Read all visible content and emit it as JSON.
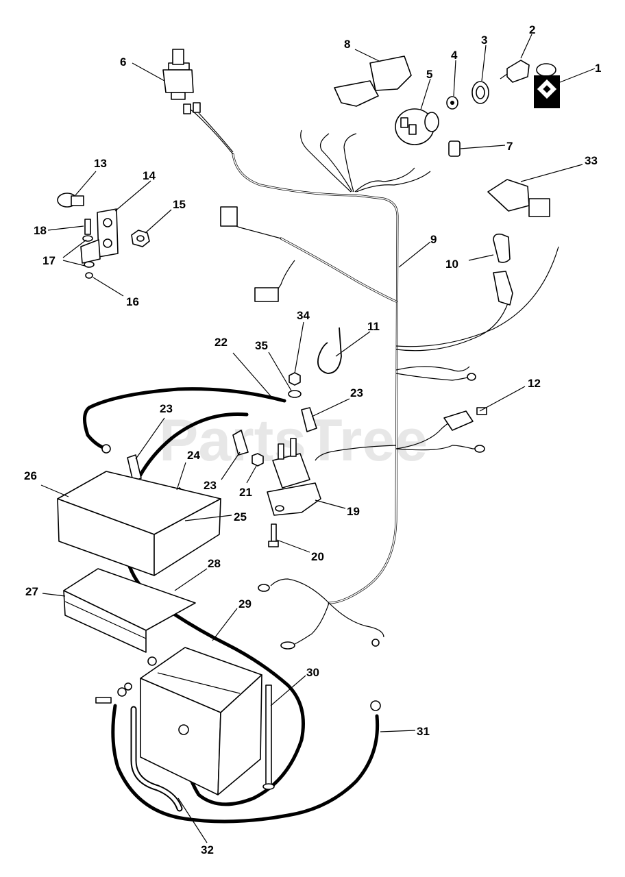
{
  "watermark": "PartsTree",
  "callouts": [
    {
      "id": "c1",
      "text": "1"
    },
    {
      "id": "c2",
      "text": "2"
    },
    {
      "id": "c3",
      "text": "3"
    },
    {
      "id": "c4",
      "text": "4"
    },
    {
      "id": "c5",
      "text": "5"
    },
    {
      "id": "c6",
      "text": "6"
    },
    {
      "id": "c7",
      "text": "7"
    },
    {
      "id": "c8",
      "text": "8"
    },
    {
      "id": "c9",
      "text": "9"
    },
    {
      "id": "c10",
      "text": "10"
    },
    {
      "id": "c11",
      "text": "11"
    },
    {
      "id": "c12",
      "text": "12"
    },
    {
      "id": "c13",
      "text": "13"
    },
    {
      "id": "c14",
      "text": "14"
    },
    {
      "id": "c15",
      "text": "15"
    },
    {
      "id": "c16",
      "text": "16"
    },
    {
      "id": "c17",
      "text": "17"
    },
    {
      "id": "c18",
      "text": "18"
    },
    {
      "id": "c19",
      "text": "19"
    },
    {
      "id": "c20",
      "text": "20"
    },
    {
      "id": "c21",
      "text": "21"
    },
    {
      "id": "c22",
      "text": "22"
    },
    {
      "id": "c23a",
      "text": "23"
    },
    {
      "id": "c23b",
      "text": "23"
    },
    {
      "id": "c23c",
      "text": "23"
    },
    {
      "id": "c24",
      "text": "24"
    },
    {
      "id": "c25",
      "text": "25"
    },
    {
      "id": "c26",
      "text": "26"
    },
    {
      "id": "c27",
      "text": "27"
    },
    {
      "id": "c28",
      "text": "28"
    },
    {
      "id": "c29",
      "text": "29"
    },
    {
      "id": "c30",
      "text": "30"
    },
    {
      "id": "c31",
      "text": "31"
    },
    {
      "id": "c32",
      "text": "32"
    },
    {
      "id": "c33",
      "text": "33"
    },
    {
      "id": "c34",
      "text": "34"
    },
    {
      "id": "c35",
      "text": "35"
    }
  ]
}
